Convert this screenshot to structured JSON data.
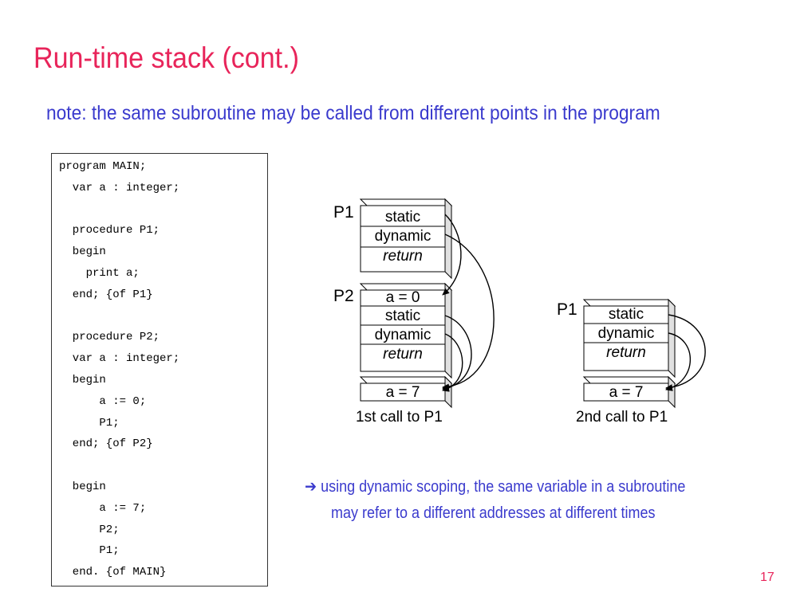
{
  "slide": {
    "title": "Run-time stack (cont.)",
    "note": "note: the same subroutine may be called from different points in the program",
    "page_number": "17"
  },
  "code_lines": [
    "program MAIN;",
    "  var a : integer;",
    "",
    "  procedure P1;",
    "  begin",
    "    print a;",
    "  end; {of P1}",
    "",
    "  procedure P2;",
    "  var a : integer;",
    "  begin",
    "      a := 0;",
    "      P1;",
    "  end; {of P2}",
    "",
    "  begin",
    "      a := 7;",
    "      P2;",
    "      P1;",
    "  end. {of MAIN}"
  ],
  "stack1": {
    "caption": "1st call to P1",
    "p1_label": "P1",
    "p1_cells": [
      "static",
      "dynamic",
      "return"
    ],
    "p2_label": "P2",
    "p2_cells": [
      "a = 0",
      "static",
      "dynamic",
      "return"
    ],
    "main_cell": "a = 7"
  },
  "stack2": {
    "caption": "2nd call to P1",
    "p1_label": "P1",
    "p1_cells": [
      "static",
      "dynamic",
      "return"
    ],
    "main_cell": "a = 7"
  },
  "bottom_note": {
    "arrow_glyph": "➔",
    "line1": "using dynamic scoping, the same variable in a subroutine",
    "line2": "may refer to a different addresses at different times"
  },
  "colors": {
    "title": "#e8245a",
    "text_blue": "#3a3acd"
  }
}
